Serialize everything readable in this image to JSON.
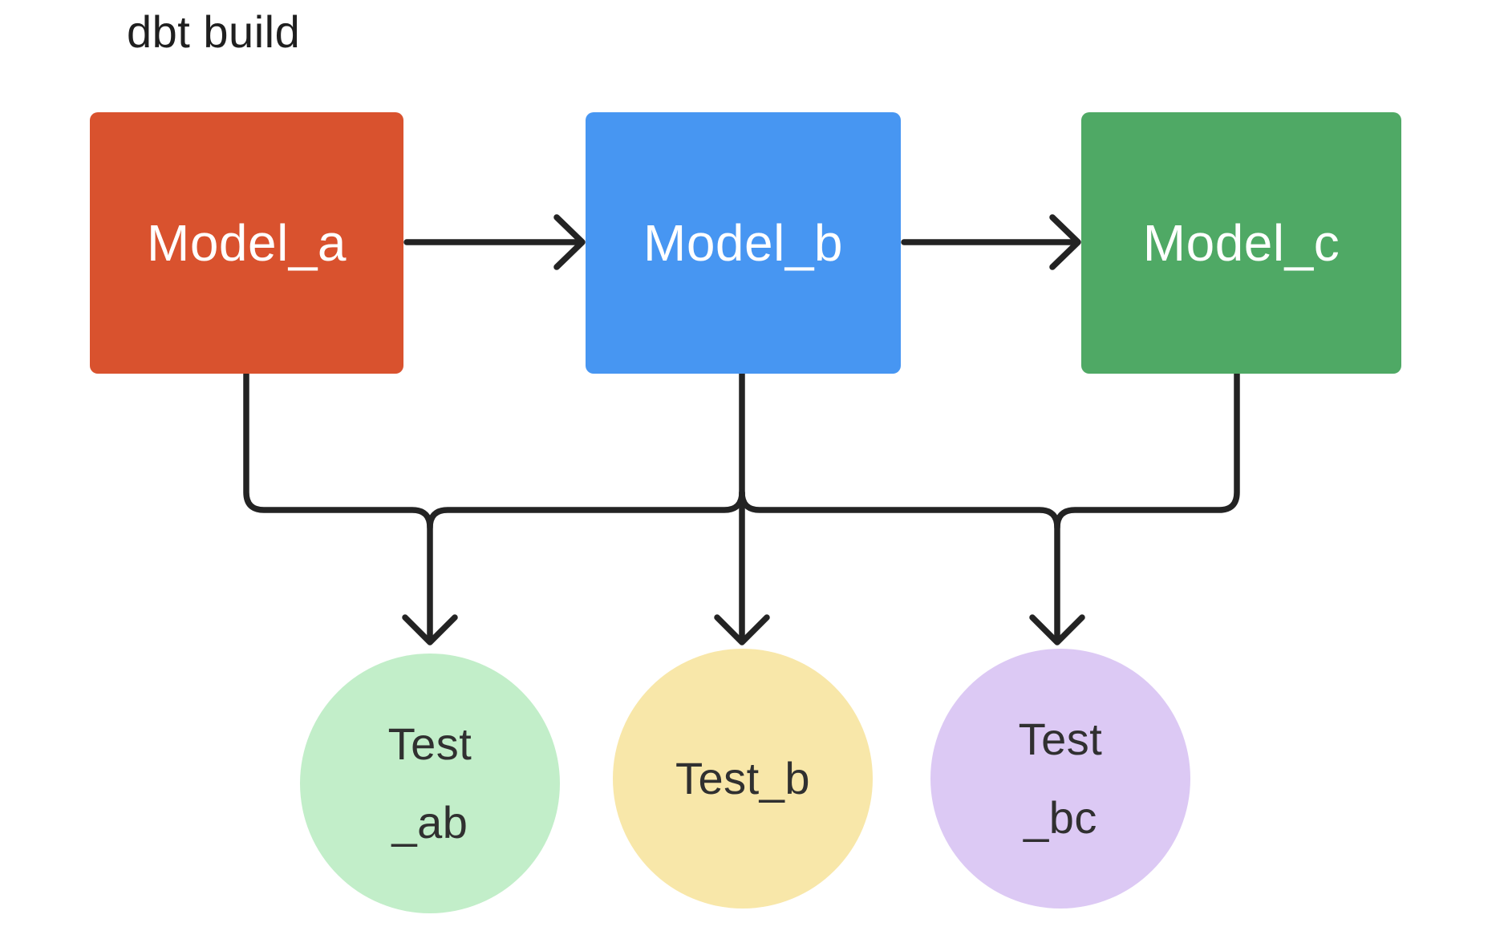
{
  "title": "dbt build",
  "colors": {
    "background": "#ffffff",
    "title_text": "#1f1f1f",
    "stroke": "#232323",
    "label_light": "#ffffff",
    "label_dark": "#303030",
    "model_a": "#d9522e",
    "model_b": "#4796f2",
    "model_c": "#4fa965",
    "test_ab": "#c2eec9",
    "test_b": "#f8e7a9",
    "test_bc": "#dcc9f4"
  },
  "diagram": {
    "models": [
      {
        "id": "model_a",
        "label": "Model_a",
        "color": "#d9522e"
      },
      {
        "id": "model_b",
        "label": "Model_b",
        "color": "#4796f2"
      },
      {
        "id": "model_c",
        "label": "Model_c",
        "color": "#4fa965"
      }
    ],
    "tests": [
      {
        "id": "test_ab",
        "label": "Test\n_ab",
        "color": "#c2eec9"
      },
      {
        "id": "test_b",
        "label": "Test_b",
        "color": "#f8e7a9"
      },
      {
        "id": "test_bc",
        "label": "Test\n_bc",
        "color": "#dcc9f4"
      }
    ],
    "edges": [
      {
        "from": "model_a",
        "to": "model_b"
      },
      {
        "from": "model_b",
        "to": "model_c"
      },
      {
        "from": "model_a",
        "to": "test_ab"
      },
      {
        "from": "model_b",
        "to": "test_ab"
      },
      {
        "from": "model_b",
        "to": "test_b"
      },
      {
        "from": "model_b",
        "to": "test_bc"
      },
      {
        "from": "model_c",
        "to": "test_bc"
      }
    ]
  }
}
